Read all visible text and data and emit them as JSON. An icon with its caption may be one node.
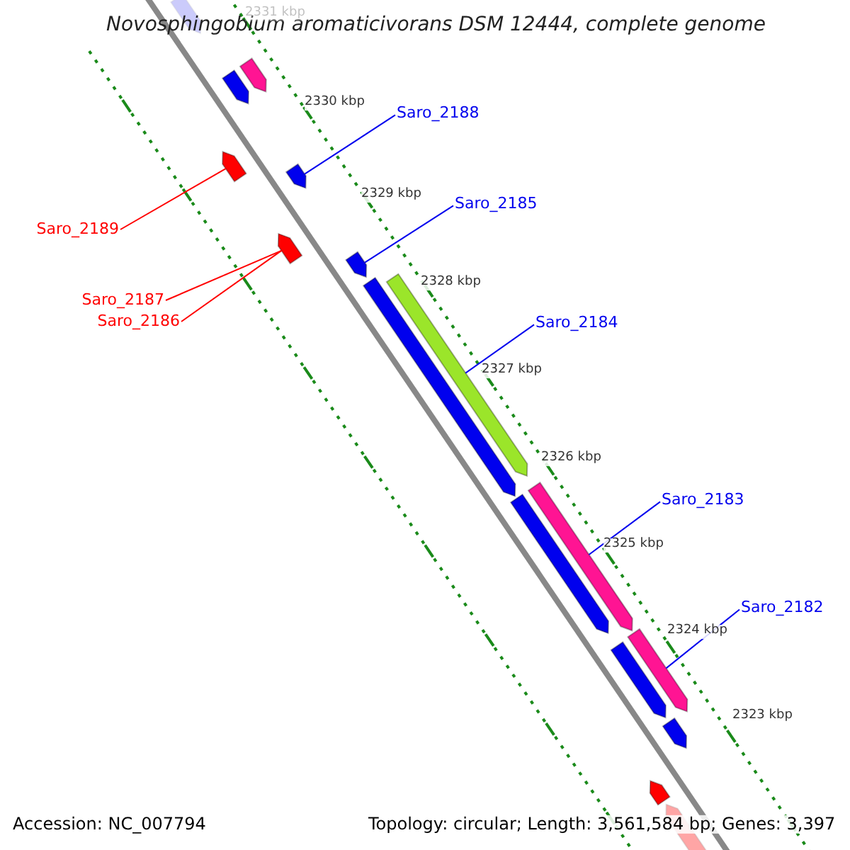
{
  "diagram": {
    "title": "Novosphingobium aromaticivorans DSM 12444, complete genome",
    "nodes": [
      {
        "text": [],
        "shape": "bar"
      },
      {
        "text": [],
        "shape": "bar"
      },
      {
        "text": [],
        "shape": "bar"
      },
      {
        "text": [
          "Saro_2188"
        ]
      },
      {
        "text": [],
        "shape": "bar"
      },
      {
        "text": [
          "Saro_2189"
        ]
      },
      {
        "text": [],
        "shape": "bar"
      },
      {
        "text": [
          "Saro_2185"
        ]
      },
      {
        "text": [],
        "shape": "bar"
      },
      {
        "text": [
          "Saro_2187"
        ]
      },
      {
        "text": [
          "Saro_2186"
        ]
      },
      {
        "text": [],
        "shape": "bar"
      },
      {
        "text": [
          "Saro_2184"
        ]
      },
      {
        "text": [],
        "shape": "bar"
      },
      {
        "text": [],
        "shape": "bar"
      },
      {
        "text": [
          "Saro_2183"
        ]
      },
      {
        "text": [],
        "shape": "bar"
      },
      {
        "text": [],
        "shape": "bar"
      },
      {
        "text": [
          "Saro_2182"
        ]
      },
      {
        "text": [],
        "shape": "bar"
      },
      {
        "text": [],
        "shape": "bar"
      },
      {
        "text": [],
        "shape": "bar"
      },
      {
        "text": [],
        "shape": "bar"
      },
      {
        "text": [],
        "shape": "bar"
      }
    ],
    "edges": [
      {
        "from": 3,
        "to": 6,
        "arrow": "none"
      },
      {
        "from": 5,
        "to": 4,
        "arrow": "none",
        "color": "#ff0000"
      },
      {
        "from": 7,
        "to": 11,
        "arrow": "none"
      },
      {
        "from": 9,
        "to": 8,
        "arrow": "none",
        "color": "#ff0000"
      },
      {
        "from": 10,
        "to": 8,
        "arrow": "none",
        "color": "#ff0000"
      },
      {
        "from": 12,
        "to": 14,
        "arrow": "none"
      },
      {
        "from": 15,
        "to": 16,
        "arrow": "none"
      },
      {
        "from": 18,
        "to": 20,
        "arrow": "none"
      }
    ],
    "labels": [
      "2331 kbp",
      "2330 kbp",
      "2329 kbp",
      "2328 kbp",
      "2327 kbp",
      "2326 kbp",
      "2325 kbp",
      "2324 kbp",
      "2323 kbp",
      "Accession: NC_007794",
      "Topology: circular; Length: 3,561,584 bp; Genes: 3,397"
    ]
  }
}
